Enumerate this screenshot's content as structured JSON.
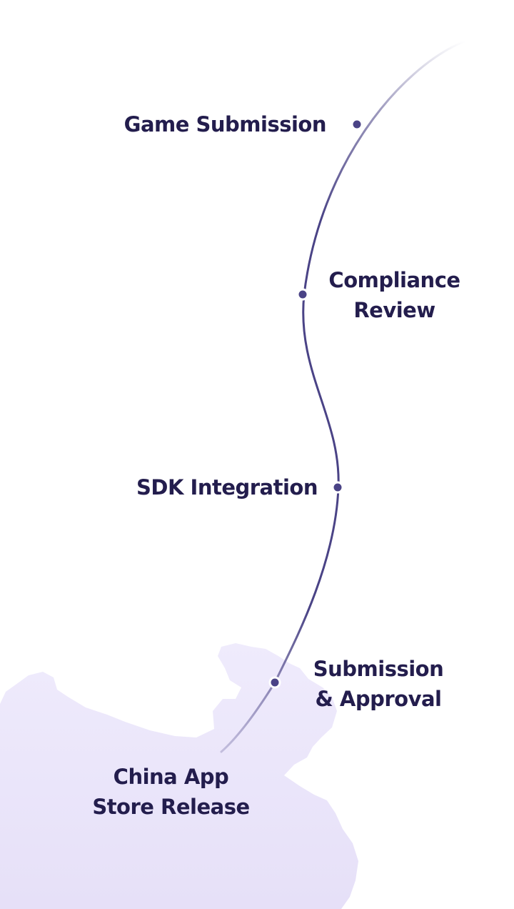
{
  "colors": {
    "text": "#231d4d",
    "path": "#4a4386",
    "dot": "#4a4386",
    "map_fill": "#ece8fb"
  },
  "steps": [
    {
      "lines": [
        "Game Submission"
      ]
    },
    {
      "lines": [
        "Compliance",
        "Review"
      ]
    },
    {
      "lines": [
        "SDK Integration"
      ]
    },
    {
      "lines": [
        "Submission",
        "& Approval"
      ]
    },
    {
      "lines": [
        "China App",
        "Store Release"
      ]
    }
  ]
}
